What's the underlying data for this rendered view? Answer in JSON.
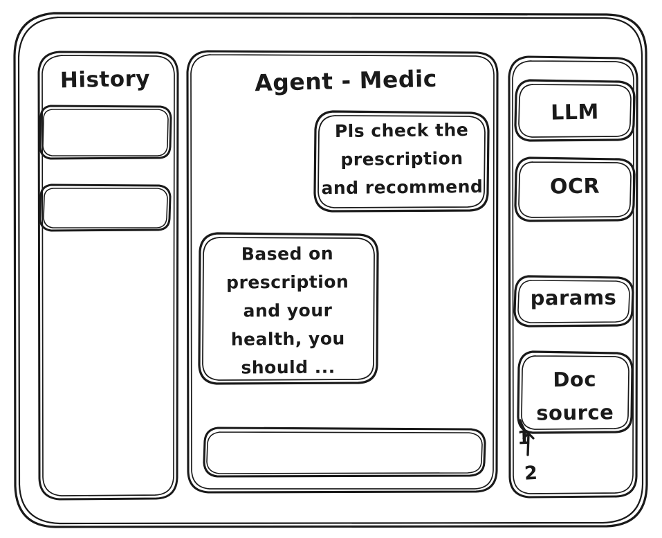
{
  "window": {
    "style": "hand-drawn-wireframe",
    "stroke_color": "#1a1a1a",
    "background_color": "#ffffff"
  },
  "sidebar_left": {
    "title": "History",
    "items": [
      {
        "label": "",
        "name": "history-item-1"
      },
      {
        "label": "",
        "name": "history-item-2"
      }
    ]
  },
  "main": {
    "title": "Agent - Medic",
    "messages": [
      {
        "role": "user",
        "text": "Pls check the\nprescription\nand recommend"
      },
      {
        "role": "agent",
        "text": "Based on\nprescription\nand your\nhealth, you\nshould ..."
      }
    ],
    "composer": {
      "value": "",
      "placeholder": ""
    }
  },
  "sidebar_right": {
    "tools": [
      {
        "label": "LLM",
        "name": "llm-button"
      },
      {
        "label": "OCR",
        "name": "ocr-button"
      },
      {
        "label": "params",
        "name": "params-button"
      }
    ],
    "doc_source": {
      "label": "Doc\nsource",
      "items": [
        "1",
        "2"
      ]
    }
  }
}
